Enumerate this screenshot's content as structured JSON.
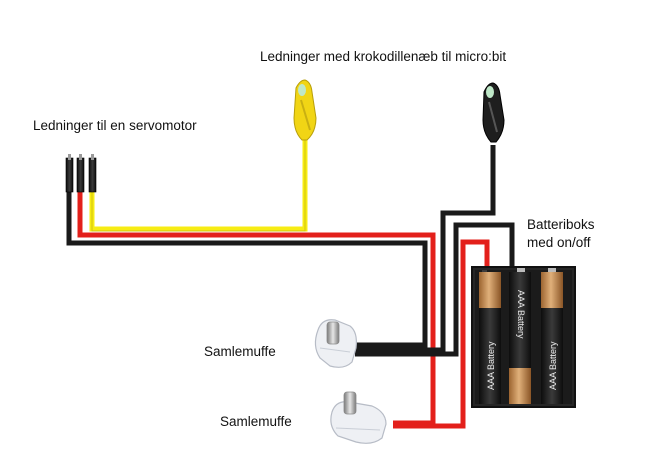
{
  "labels": {
    "servo_wires": "Ledninger til en servomotor",
    "crocodile_wires": "Ledninger med krokodillenæb til micro:bit",
    "battery_box_line1": "Batteriboks",
    "battery_box_line2": "med on/off",
    "connector_1": "Samlemuffe",
    "connector_2": "Samlemuffe"
  },
  "battery_text": "AAA Battery",
  "colors": {
    "wire_red": "#e3201b",
    "wire_black": "#1a1a1a",
    "wire_yellow": "#f7ec13",
    "clip_yellow": "#f1d515",
    "clip_black": "#1e1e1e",
    "battery_box": "#262626",
    "battery_gold": "#c88c48",
    "battery_black": "#1c1c1c"
  }
}
